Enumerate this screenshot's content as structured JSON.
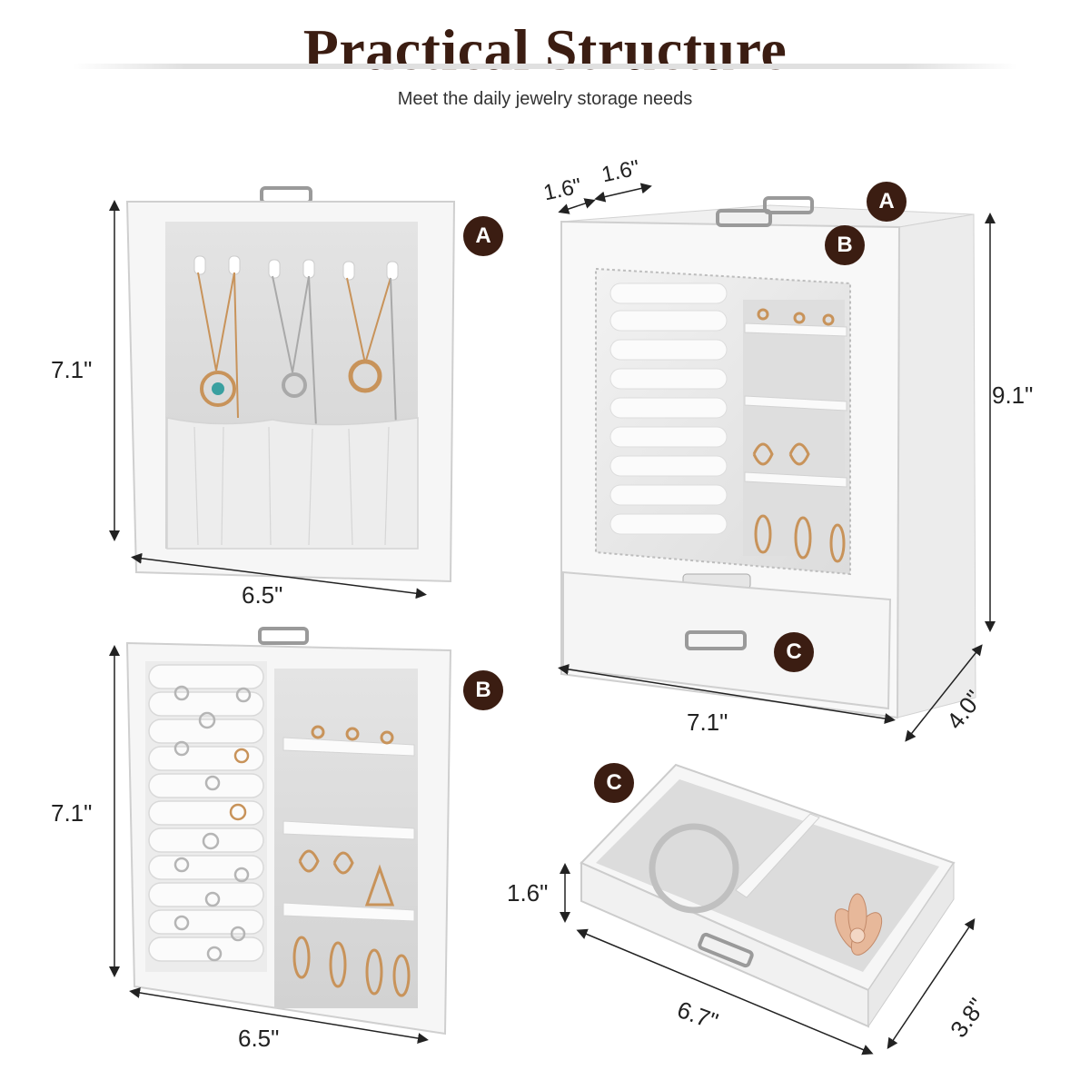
{
  "header": {
    "title": "Practical Structure",
    "subtitle": "Meet the daily jewelry storage needs"
  },
  "panel_a": {
    "badge": "A",
    "height": "7.1\"",
    "width": "6.5\""
  },
  "panel_b": {
    "badge": "B",
    "height": "7.1\"",
    "width": "6.5\""
  },
  "cabinet": {
    "badge_a": "A",
    "badge_b": "B",
    "badge_c": "C",
    "depth_left": "1.6\"",
    "depth_right": "1.6\"",
    "height": "9.1\"",
    "width": "7.1\"",
    "depth": "4.0\""
  },
  "drawer_c": {
    "badge": "C",
    "height": "1.6\"",
    "width": "6.7\"",
    "depth": "3.8\""
  },
  "colors": {
    "accent": "#3b1d12",
    "panel": "#f4f4f4",
    "velvet": "#d9d9d9",
    "gold": "#c8935a"
  }
}
